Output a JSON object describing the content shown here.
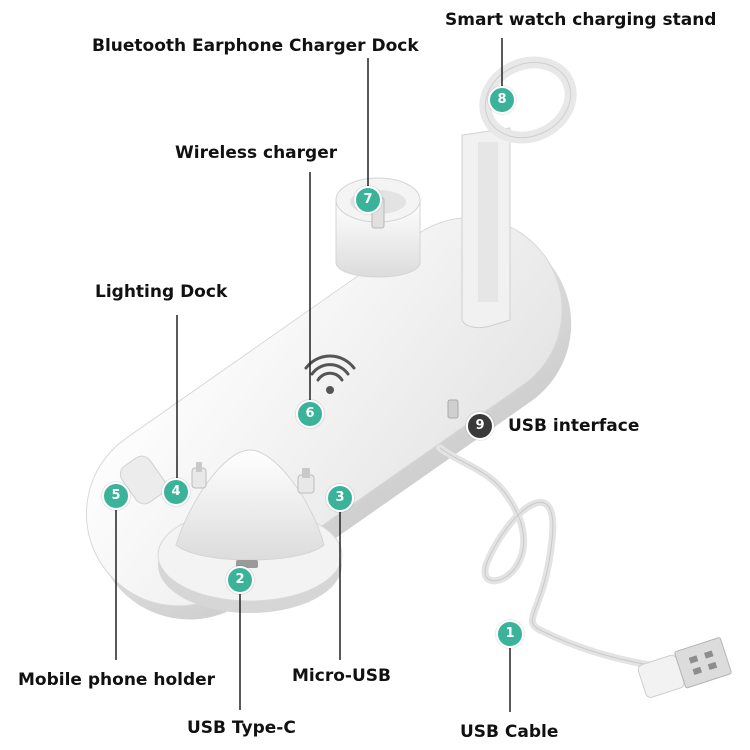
{
  "labels": {
    "smart_watch": "Smart watch charging stand",
    "earphone_dock": "Bluetooth Earphone Charger Dock",
    "wireless": "Wireless charger",
    "lighting_dock": "Lighting Dock",
    "usb_interface": "USB interface",
    "mobile_holder": "Mobile phone holder",
    "micro_usb": "Micro-USB",
    "usb_type_c": "USB Type-C",
    "usb_cable": "USB Cable"
  },
  "badges": {
    "b1": "1",
    "b2": "2",
    "b3": "3",
    "b4": "4",
    "b5": "5",
    "b6": "6",
    "b7": "7",
    "b8": "8",
    "b9": "9"
  },
  "colors": {
    "badge_teal": "#3bb39a",
    "badge_dark": "#3a3a3a",
    "device_white": "#f7f7f7",
    "leader_line": "#222222"
  }
}
